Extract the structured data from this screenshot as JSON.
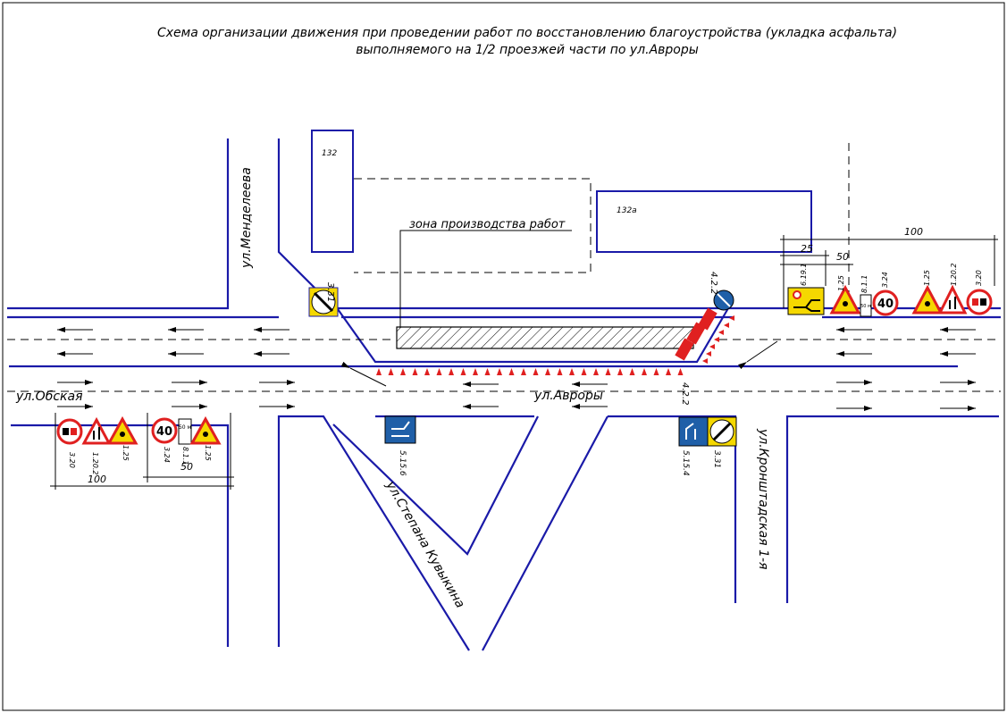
{
  "title": {
    "line1": "Схема организации движения при проведении работ по восстановлению благоустройства (укладка асфальта)",
    "line2": "выполняемого на 1/2 проезжей части по ул.Авроры"
  },
  "streets": {
    "obskaya": "ул.Обская",
    "avrory": "ул.Авроры",
    "mendeleeva": "ул.Менделеева",
    "kuzhkina": "ул.Степана Кувыкина",
    "kronshtadtskaya": "ул.Кронштадская 1-я"
  },
  "buildings": {
    "b132": "132",
    "b132a": "132а"
  },
  "work_zone_label": "зона производства работ",
  "dimensions": {
    "left_100": "100",
    "left_50": "50",
    "right_100": "100",
    "right_25": "25",
    "right_50": "50"
  },
  "sign_codes": {
    "s311_top": "3.31",
    "s422_top": "4.2.2",
    "s422_bottom": "4.2.2",
    "s5156": "5.15.6",
    "s5154": "5.15.4",
    "s311_bottom": "3.31",
    "left_320": "3.20",
    "left_1202": "1.20.2",
    "left_125a": "1.25",
    "left_324": "3.24",
    "left_811": "8.1.1",
    "left_125b": "1.25",
    "right_6191": "6.19.1",
    "right_125a": "1.25",
    "right_811": "8.1.1",
    "right_324": "3.24",
    "right_125b": "1.25",
    "right_1202": "1.20.2",
    "right_320": "3.20"
  },
  "sign_texts": {
    "speed_left": "40",
    "speed_right": "40",
    "dist_left": "50 м",
    "dist_right": "50 м"
  },
  "colors": {
    "road": "#1a1aa8",
    "sign_red": "#e02020",
    "sign_yellow": "#f5d800",
    "sign_blue": "#1f5fa8",
    "cone": "#e02020"
  }
}
